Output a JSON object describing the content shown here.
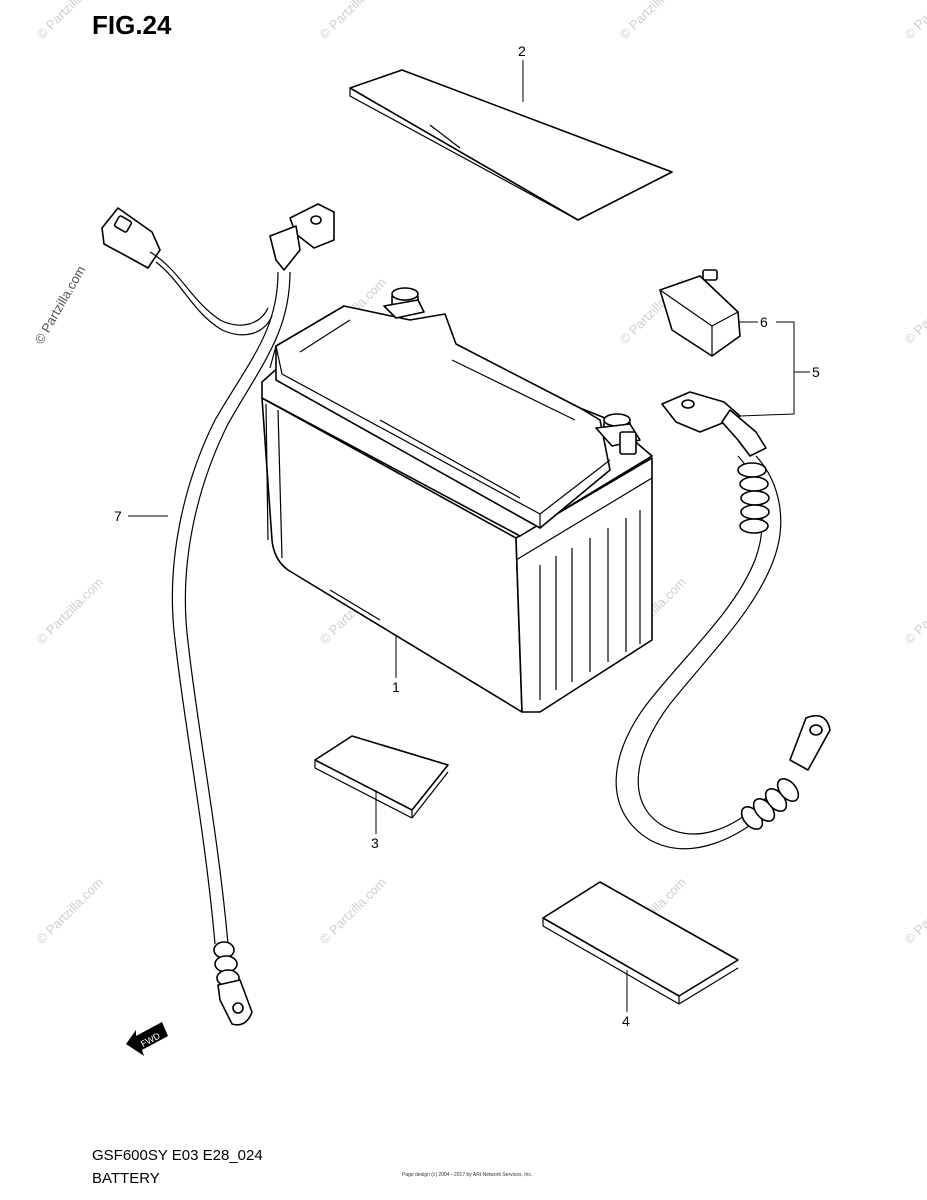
{
  "figure": {
    "title": "FIG.24"
  },
  "footer": {
    "model_code": "GSF600SY E03 E28_024",
    "assembly_name": "BATTERY"
  },
  "copyright": "Page design (c) 2004 - 2017 by ARI Network Services, Inc.",
  "watermark": "© Partzilla.com",
  "callouts": [
    {
      "label": "1",
      "part": "battery"
    },
    {
      "label": "2",
      "part": "label-top"
    },
    {
      "label": "3",
      "part": "label-small"
    },
    {
      "label": "4",
      "part": "label-bottom"
    },
    {
      "label": "5",
      "part": "positive-cable-assembly"
    },
    {
      "label": "6",
      "part": "terminal-cover"
    },
    {
      "label": "7",
      "part": "negative-cable"
    }
  ],
  "icons": {
    "forward_arrow": "fwd-arrow-icon"
  }
}
